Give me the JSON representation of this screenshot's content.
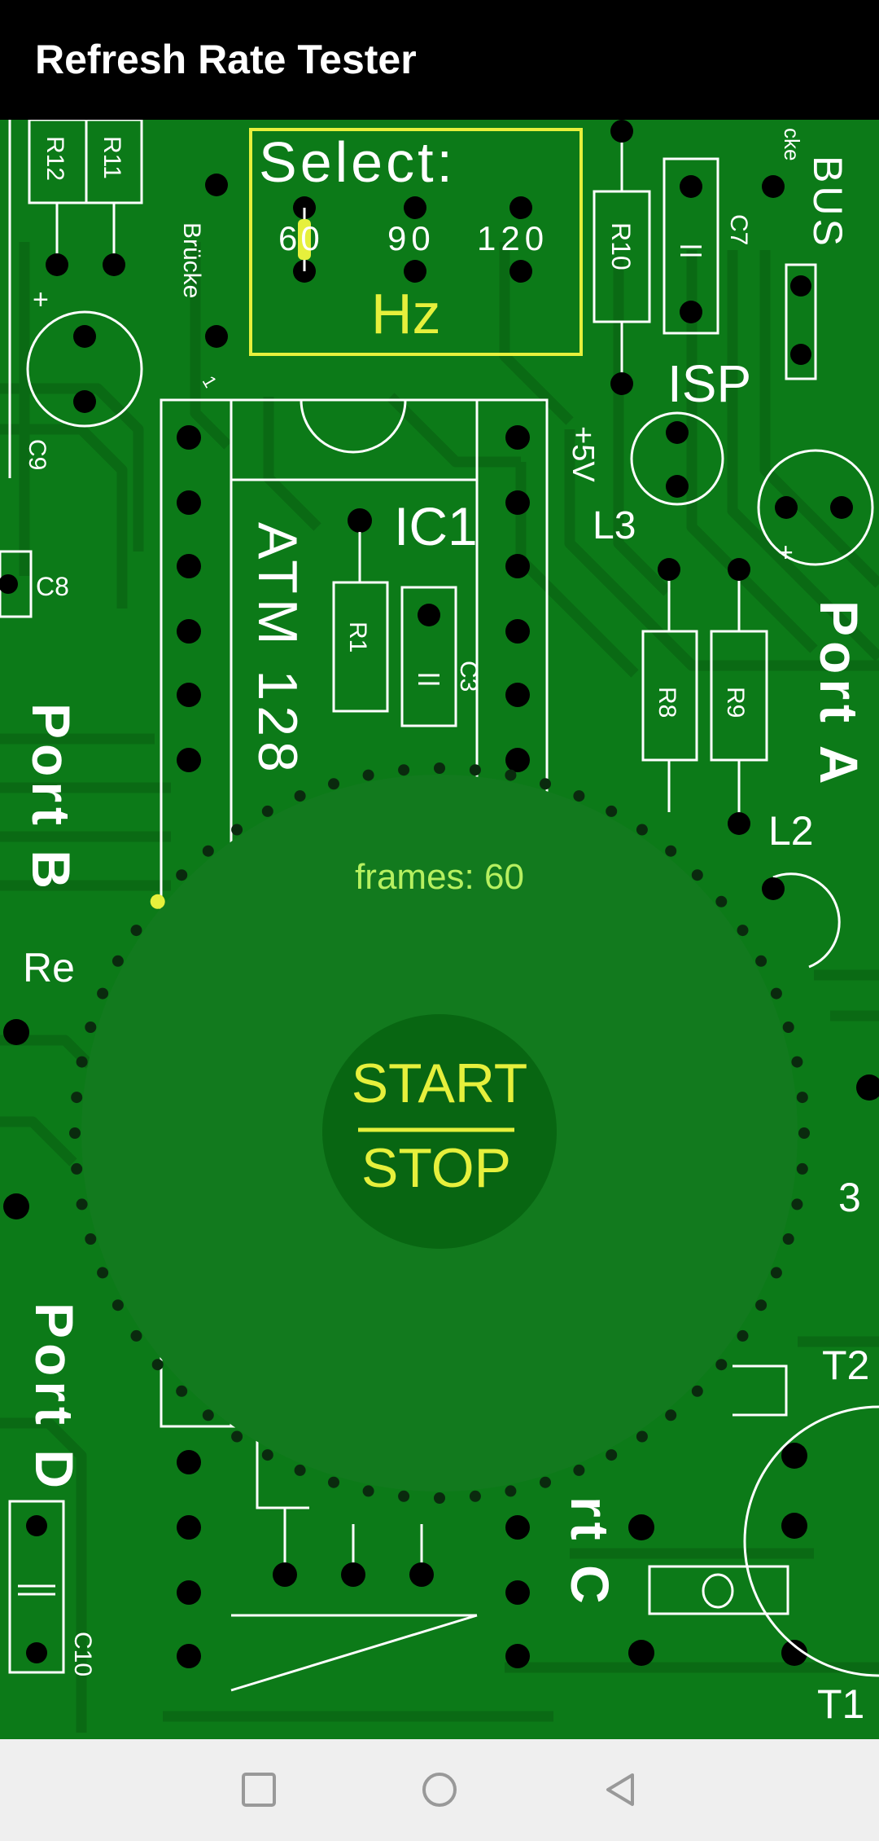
{
  "app": {
    "title": "Refresh Rate Tester"
  },
  "selector": {
    "heading": "Select:",
    "options": [
      "60",
      "90",
      "120"
    ],
    "selected": "60",
    "unit": "Hz"
  },
  "counter": {
    "label": "frames: 60"
  },
  "control": {
    "start_label": "START",
    "stop_label": "STOP"
  },
  "pcb_labels": {
    "r12": "R12",
    "r11": "R11",
    "bruecke": "Brücke",
    "one": "1",
    "r10": "R10",
    "c7": "C7",
    "bus": "BUS",
    "isp": "ISP",
    "c9": "C9",
    "c8": "C8",
    "ic1": "IC1",
    "atm": "ATM 128",
    "r1": "R1",
    "c3": "C3",
    "plus5v": "+5V",
    "l3": "L3",
    "r8": "R8",
    "r9": "R9",
    "port_a": "Port A",
    "l2": "L2",
    "port_b": "Port B",
    "re": "Re",
    "t3": "3",
    "t2": "T2",
    "port_d": "Port D",
    "c10": "C10",
    "port_c": "rt C",
    "t1": "T1",
    "cke": "cke"
  },
  "colors": {
    "board": "#0c7a18",
    "trace": "#0a6a14",
    "silk": "#ffffff",
    "highlight": "#e6f03c",
    "center_button": "#086612",
    "counter_text": "#b6f060"
  },
  "ring": {
    "dot_count": 64,
    "highlighted_index": 55
  },
  "navigation": {
    "recents": "square-icon",
    "home": "circle-icon",
    "back": "triangle-icon"
  }
}
